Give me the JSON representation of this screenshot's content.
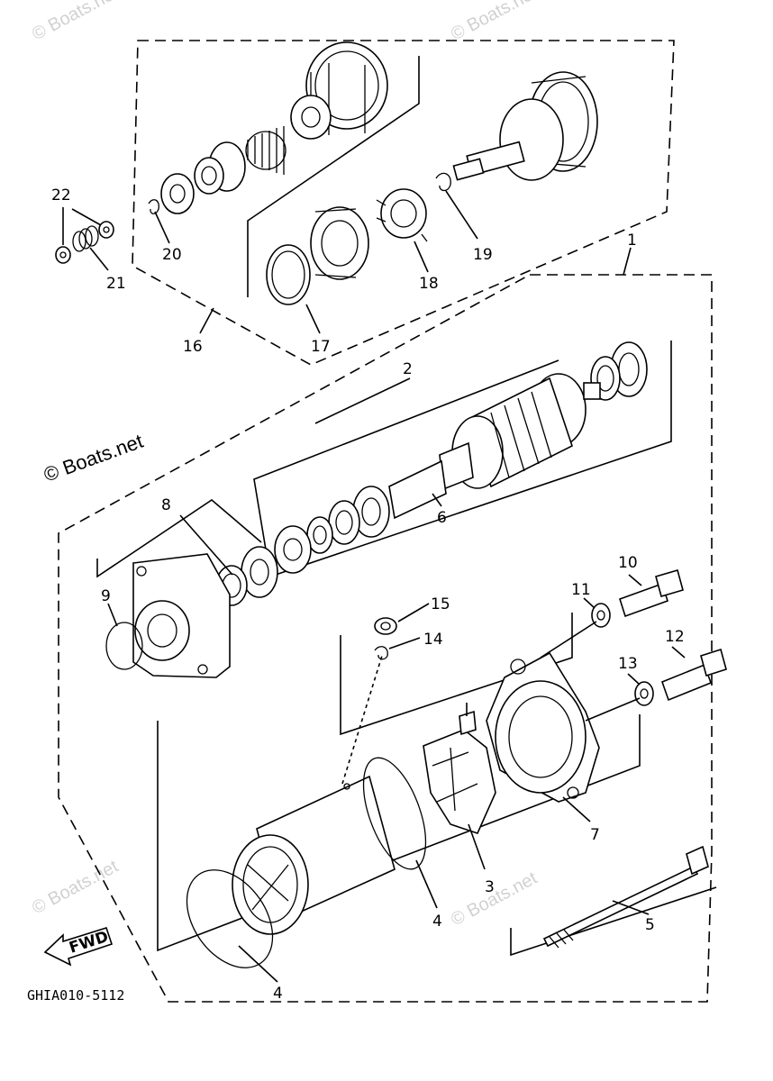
{
  "diagram_code": "GHIA010-5112",
  "watermark_text": "© Boats.net",
  "fwd_label": "FWD",
  "callouts": {
    "c1": "1",
    "c2": "2",
    "c3": "3",
    "c4a": "4",
    "c4b": "4",
    "c5": "5",
    "c6": "6",
    "c7": "7",
    "c8": "8",
    "c9": "9",
    "c10": "10",
    "c11": "11",
    "c12": "12",
    "c13": "13",
    "c14": "14",
    "c15": "15",
    "c16": "16",
    "c17": "17",
    "c18": "18",
    "c19": "19",
    "c20": "20",
    "c21": "21",
    "c22": "22"
  },
  "colors": {
    "line": "#000000",
    "background": "#ffffff"
  }
}
